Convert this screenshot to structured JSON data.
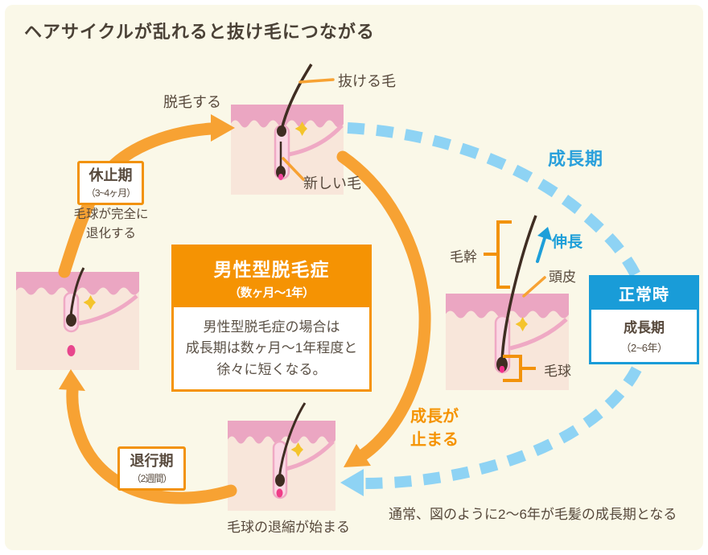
{
  "title": "ヘアサイクルが乱れると抜け毛につながる",
  "top_stage": {
    "shedding": "脱毛する",
    "falling_hair": "抜ける毛",
    "new_hair": "新しい毛"
  },
  "rest_phase": {
    "name": "休止期",
    "duration": "（3~4ヶ月）",
    "note1": "毛球が完全に",
    "note2": "退化する"
  },
  "regression_phase": {
    "name": "退行期",
    "duration": "（2週間）",
    "caption": "毛球の退縮が始まる"
  },
  "growth_stop": {
    "line1": "成長が",
    "line2": "止まる"
  },
  "center_box": {
    "title": "男性型脱毛症",
    "subtitle": "（数ヶ月〜1年）",
    "line1": "男性型脱毛症の場合は",
    "line2": "成長期は数ヶ月〜1年程度と",
    "line3": "徐々に短くなる。"
  },
  "normal_side": {
    "growth_path": "成長期",
    "hair_shaft": "毛幹",
    "elongation": "伸長",
    "scalp": "頭皮",
    "hair_bulb": "毛球",
    "box_title": "正常時",
    "box_phase": "成長期",
    "box_duration": "（2~6年）",
    "footnote": "通常、図のように2〜6年が毛髪の成長期となる"
  },
  "colors": {
    "background": "#FAF8E8",
    "orange_arrow": "#F7A233",
    "orange_border": "#F2920B",
    "orange_text": "#F59300",
    "blue": "#199CD8",
    "light_blue_dash": "#8ED3F4",
    "text_dark": "#57493C",
    "skin_band_pink": "#EBA6C2",
    "skin_peach": "#F8E6DA",
    "hair_brown": "#3F2D22",
    "papilla_pink": "#EF3D87",
    "gland_yellow": "#F4C42C"
  }
}
